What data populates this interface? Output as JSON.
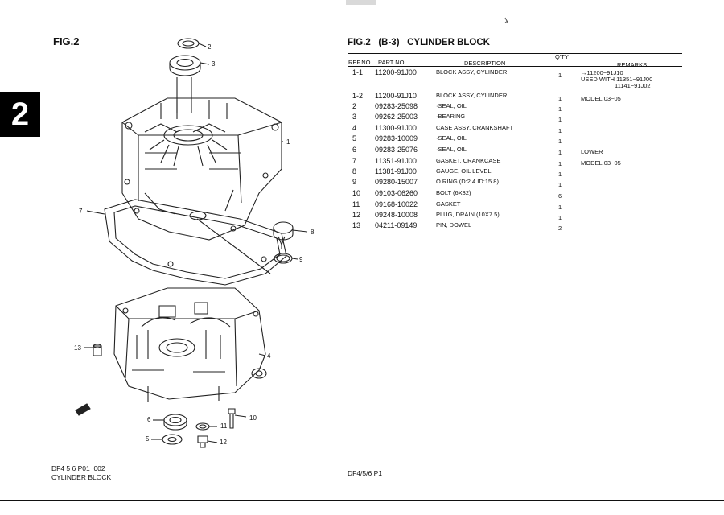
{
  "page": {
    "fig_label": "FIG.2",
    "chapter": "2",
    "table_title": "FIG.2   (B-3)   CYLINDER BLOCK",
    "footer_left_line1": "DF4 5 6 P01_002",
    "footer_left_line2": "CYLINDER BLOCK",
    "footer_mid": "DF4/5/6 P1"
  },
  "table": {
    "headers": {
      "ref_no": "REF.NO.",
      "part_no": "PART NO.",
      "description": "DESCRIPTION",
      "qty": "Q'TY",
      "remarks": "REMARKS"
    },
    "rows": [
      {
        "ref": "1-1",
        "part": "11200-91J00",
        "desc": "BLOCK ASSY, CYLINDER",
        "qty": "1",
        "remarks": ""
      },
      {
        "ref": "1-2",
        "part": "11200-91J10",
        "desc": "BLOCK ASSY, CYLINDER",
        "qty": "1",
        "remarks": "MODEL:03~05"
      },
      {
        "ref": "2",
        "part": "09283-25098",
        "desc": "·SEAL, OIL",
        "qty": "1",
        "remarks": ""
      },
      {
        "ref": "3",
        "part": "09262-25003",
        "desc": "·BEARING",
        "qty": "1",
        "remarks": ""
      },
      {
        "ref": "4",
        "part": "11300-91J00",
        "desc": "CASE ASSY, CRANKSHAFT",
        "qty": "1",
        "remarks": ""
      },
      {
        "ref": "5",
        "part": "09283-10009",
        "desc": "·SEAL, OIL",
        "qty": "1",
        "remarks": ""
      },
      {
        "ref": "6",
        "part": "09283-25076",
        "desc": "·SEAL, OIL",
        "qty": "1",
        "remarks": "LOWER"
      },
      {
        "ref": "7",
        "part": "11351-91J00",
        "desc": "GASKET, CRANKCASE",
        "qty": "1",
        "remarks": "MODEL:03~05"
      },
      {
        "ref": "8",
        "part": "11381-91J00",
        "desc": "GAUGE, OIL LEVEL",
        "qty": "1",
        "remarks": ""
      },
      {
        "ref": "9",
        "part": "09280-15007",
        "desc": "O RING (D:2.4 ID:15.8)",
        "qty": "1",
        "remarks": ""
      },
      {
        "ref": "10",
        "part": "09103-06260",
        "desc": "BOLT (6X32)",
        "qty": "6",
        "remarks": ""
      },
      {
        "ref": "11",
        "part": "09168-10022",
        "desc": "GASKET",
        "qty": "1",
        "remarks": ""
      },
      {
        "ref": "12",
        "part": "09248-10008",
        "desc": "PLUG, DRAIN (10X7.5)",
        "qty": "1",
        "remarks": ""
      },
      {
        "ref": "13",
        "part": "04211-09149",
        "desc": "PIN, DOWEL",
        "qty": "2",
        "remarks": ""
      }
    ],
    "row1_remarks": [
      "→11200−91J10",
      "USED WITH  11351−91J00",
      "11141−91J02"
    ]
  },
  "callouts": [
    "2",
    "3",
    "1",
    "7",
    "8",
    "9",
    "4",
    "13",
    "10",
    "6",
    "11",
    "5",
    "12"
  ]
}
